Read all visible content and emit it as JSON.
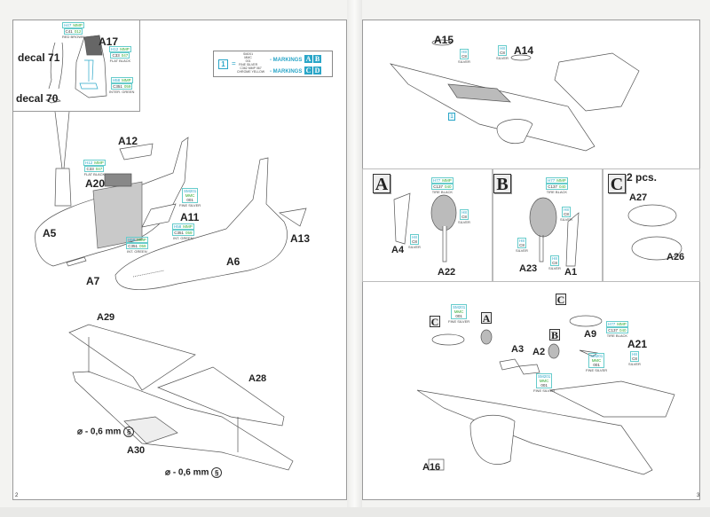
{
  "pages": {
    "left": {
      "page_number": "2"
    },
    "right": {
      "page_number": "3"
    }
  },
  "left": {
    "cockpit_inset": {
      "labels": {
        "part_a17": "A17",
        "decal_71": "decal 71",
        "decal_70": "decal 70"
      },
      "paints": [
        {
          "codes": [
            "H47",
            "MMP"
          ],
          "codes2": [
            "C41",
            "012"
          ],
          "name": "RED BROWN"
        },
        {
          "codes": [
            "H12",
            "MMP"
          ],
          "codes2": [
            "C33",
            "047"
          ],
          "name": "FLAT BLACK"
        },
        {
          "codes": [
            "H58",
            "MMP"
          ],
          "codes2": [
            "C351",
            "059"
          ],
          "name": "INTER. GREEN"
        }
      ]
    },
    "markings_legend": {
      "ref_number": "1",
      "equals": "=",
      "row1": {
        "paint_codes": [
          "SM201",
          "MMC",
          "001"
        ],
        "paint_name": "FINE SILVER",
        "text": "- MARKINGS",
        "boxes": [
          "A",
          "B"
        ]
      },
      "row2": {
        "paint_codes": [
          "C362",
          "MMP",
          "067"
        ],
        "paint_name": "CHROME YELLOW",
        "text": "- MARKINGS",
        "boxes": [
          "C",
          "D"
        ]
      }
    },
    "fuselage": {
      "labels": {
        "a12": "A12",
        "a20": "A20",
        "a11": "A11",
        "a5": "A5",
        "a7": "A7",
        "a6": "A6",
        "a13": "A13"
      },
      "paints": [
        {
          "codes": [
            "H12",
            "MMP"
          ],
          "codes2": [
            "C33",
            "047"
          ],
          "name": "FLAT BLACK"
        },
        {
          "stack": [
            "SM201",
            "MMC",
            "001"
          ],
          "name": "FINE SILVER"
        },
        {
          "codes": [
            "H58",
            "MMP"
          ],
          "codes2": [
            "C351",
            "059"
          ],
          "name": "INT. GREEN"
        },
        {
          "codes": [
            "H58",
            "MMP"
          ],
          "codes2": [
            "C351",
            "059"
          ],
          "name": "INT. GREEN"
        }
      ]
    },
    "wings": {
      "labels": {
        "a29": "A29",
        "a28": "A28",
        "a30": "A30"
      },
      "drill_notes": [
        {
          "symbol": "⌀",
          "text": "- 0,6 mm",
          "icon": "drill-icon"
        },
        {
          "symbol": "⌀",
          "text": "- 0,6 mm",
          "icon": "drill-icon"
        }
      ]
    }
  },
  "right": {
    "upper_wing_step": {
      "labels": {
        "a15": "A15",
        "a14": "A14"
      },
      "ref_number": "1",
      "paints": [
        {
          "stack": [
            "H8",
            "C8"
          ],
          "name": "SILVER"
        },
        {
          "stack": [
            "H8",
            "C8"
          ],
          "name": "SILVER"
        }
      ]
    },
    "sub_a": {
      "title": "A",
      "labels": {
        "a4": "A4",
        "a22": "A22"
      },
      "paints": [
        {
          "codes": [
            "H77",
            "MMP"
          ],
          "codes2": [
            "C137",
            "040"
          ],
          "name": "TIRE BLACK"
        },
        {
          "stack": [
            "H8",
            "C8"
          ],
          "name": "SILVER"
        },
        {
          "stack": [
            "H8",
            "C8"
          ],
          "name": "SILVER"
        }
      ]
    },
    "sub_b": {
      "title": "B",
      "labels": {
        "a23": "A23",
        "a1": "A1"
      },
      "paints": [
        {
          "codes": [
            "H77",
            "MMP"
          ],
          "codes2": [
            "C137",
            "040"
          ],
          "name": "TIRE BLACK"
        },
        {
          "stack": [
            "H8",
            "C8"
          ],
          "name": "SILVER"
        },
        {
          "stack": [
            "H8",
            "C8"
          ],
          "name": "SILVER"
        },
        {
          "stack": [
            "H8",
            "C8"
          ],
          "name": "SILVER"
        }
      ]
    },
    "sub_c": {
      "title": "C",
      "count": "2 pcs.",
      "labels": {
        "a27": "A27",
        "a26": "A26"
      }
    },
    "final_step": {
      "labels": {
        "a3": "A3",
        "a2": "A2",
        "a9": "A9",
        "a21": "A21",
        "a16": "A16"
      },
      "refs": [
        "C",
        "A",
        "C",
        "B"
      ],
      "paints": [
        {
          "stack": [
            "SM201",
            "MMC",
            "001"
          ],
          "name": "FINE SILVER"
        },
        {
          "stack": [
            "SM201",
            "MMC",
            "001"
          ],
          "name": "FINE SILVER"
        },
        {
          "stack": [
            "SM201",
            "MMC",
            "001"
          ],
          "name": "FINE SILVER"
        },
        {
          "codes": [
            "H77",
            "MMP"
          ],
          "codes2": [
            "C137",
            "040"
          ],
          "name": "TIRE BLACK"
        },
        {
          "stack": [
            "H8",
            "C8"
          ],
          "name": "SILVER"
        }
      ]
    }
  }
}
